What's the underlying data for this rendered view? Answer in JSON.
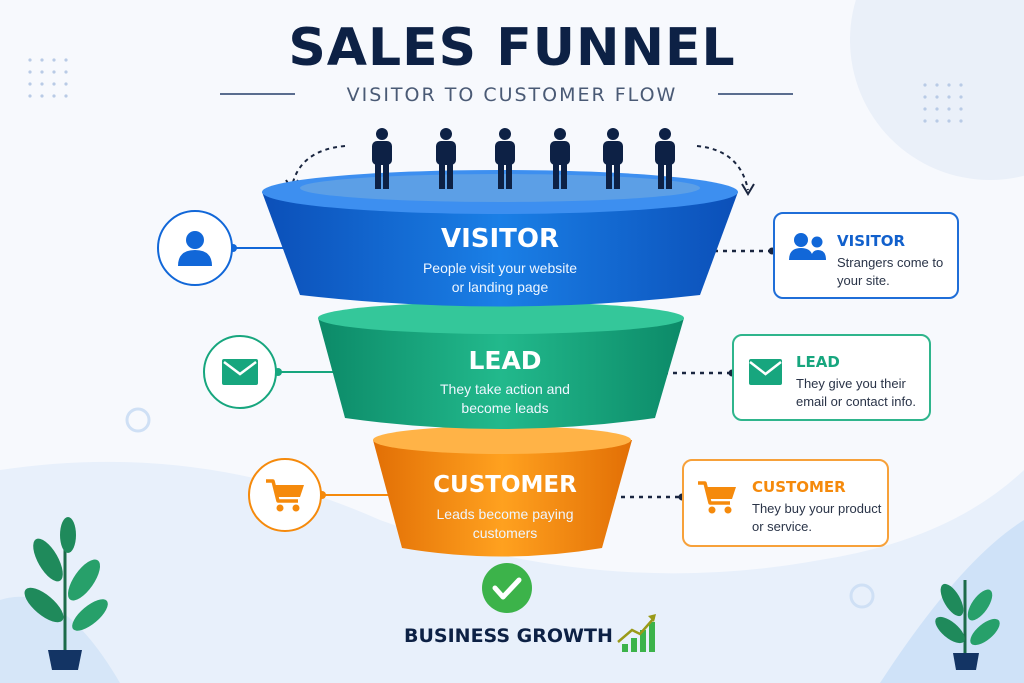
{
  "header": {
    "title": "SALES FUNNEL",
    "subtitle": "VISITOR TO CUSTOMER FLOW"
  },
  "stages": [
    {
      "title": "VISITOR",
      "desc_line1": "People visit your website",
      "desc_line2": "or landing page",
      "card_title": "VISITOR",
      "card_line1": "Strangers come to",
      "card_line2": "your site.",
      "color": "#1167d8",
      "icon": "user-icon",
      "card_icon": "users-icon"
    },
    {
      "title": "LEAD",
      "desc_line1": "They take action and",
      "desc_line2": "become leads",
      "card_title": "LEAD",
      "card_line1": "They give you their",
      "card_line2": "email or contact info.",
      "color": "#17a67e",
      "icon": "envelope-icon",
      "card_icon": "envelope-icon"
    },
    {
      "title": "CUSTOMER",
      "desc_line1": "Leads become paying",
      "desc_line2": "customers",
      "card_title": "CUSTOMER",
      "card_line1": "They buy your product",
      "card_line2": "or service.",
      "color": "#f58a0c",
      "icon": "cart-icon",
      "card_icon": "cart-icon"
    }
  ],
  "footer": {
    "label": "BUSINESS GROWTH",
    "icon": "growth-chart-icon"
  }
}
